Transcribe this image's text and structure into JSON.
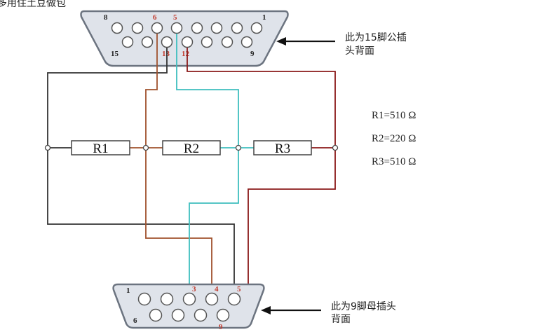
{
  "top_cut_text": "多用住土豆做包",
  "top_connector": {
    "pin_labels": {
      "p8": "8",
      "p6": "6",
      "p5": "5",
      "p1": "1",
      "p15": "15",
      "p13": "13",
      "p12": "12",
      "p9": "9"
    },
    "note_line1": "此为15脚公插",
    "note_line2": "头背面"
  },
  "bottom_connector": {
    "pin_labels": {
      "p1": "1",
      "p3": "3",
      "p4": "4",
      "p5": "5",
      "p6": "6",
      "p9": "9"
    },
    "note_line1": "此为9脚母插头",
    "note_line2": "背面"
  },
  "resistors": [
    {
      "label": "R1"
    },
    {
      "label": "R2"
    },
    {
      "label": "R3"
    }
  ],
  "values": [
    {
      "text": "R1=510 Ω"
    },
    {
      "text": "R2=220 Ω"
    },
    {
      "text": "R3=510 Ω"
    }
  ],
  "colors": {
    "wire_black": "#333333",
    "wire_brown": "#a0522d",
    "wire_cyan": "#3fbfbf",
    "wire_dark_red": "#8b1a1a",
    "pin_number_red": "#c0392b",
    "connector_fill": "#dfe3ea",
    "connector_stroke": "#6c7480"
  }
}
